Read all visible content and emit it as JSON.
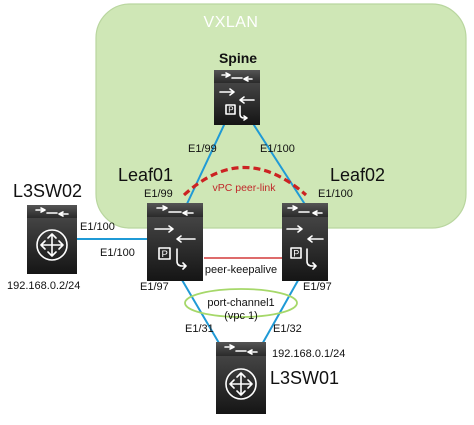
{
  "colors": {
    "zone_fill": "#cfe7b6",
    "zone_stroke": "#b9d69f",
    "link": "#1f9ad6",
    "peer_link": "#cc2222",
    "keepalive": "#d33a3a",
    "port_channel": "#a6d86a",
    "device_dark": "#1e1e1e",
    "text_red": "#c0282a"
  },
  "zone": {
    "title": "VXLAN"
  },
  "devices": {
    "spine": {
      "name": "Spine",
      "icon": "nexus-switch-icon"
    },
    "leaf01": {
      "name": "Leaf01",
      "icon": "nexus-switch-icon"
    },
    "leaf02": {
      "name": "Leaf02",
      "icon": "nexus-switch-icon"
    },
    "l3sw02": {
      "name": "L3SW02",
      "ip": "192.168.0.2/24",
      "icon": "multilayer-switch-icon"
    },
    "l3sw01": {
      "name": "L3SW01",
      "ip": "192.168.0.1/24",
      "icon": "multilayer-switch-icon"
    }
  },
  "links": {
    "spine_leaf01": {
      "a_port": "E1/99",
      "b_port": "E1/99"
    },
    "spine_leaf02": {
      "a_port": "E1/100",
      "b_port": "E1/100"
    },
    "l3sw02_leaf01": {
      "a_port": "E1/100",
      "b_port": "E1/100"
    },
    "leaf01_l3sw01": {
      "a_port": "E1/97",
      "b_port": "E1/31"
    },
    "leaf02_l3sw01": {
      "a_port": "E1/97",
      "b_port": "E1/32"
    },
    "vpc_peer_link": {
      "label": "vPC peer-link"
    },
    "peer_keepalive": {
      "label": "peer-keepalive"
    },
    "port_channel": {
      "label": "port-channel1",
      "sub_label": "(vpc 1)"
    }
  }
}
